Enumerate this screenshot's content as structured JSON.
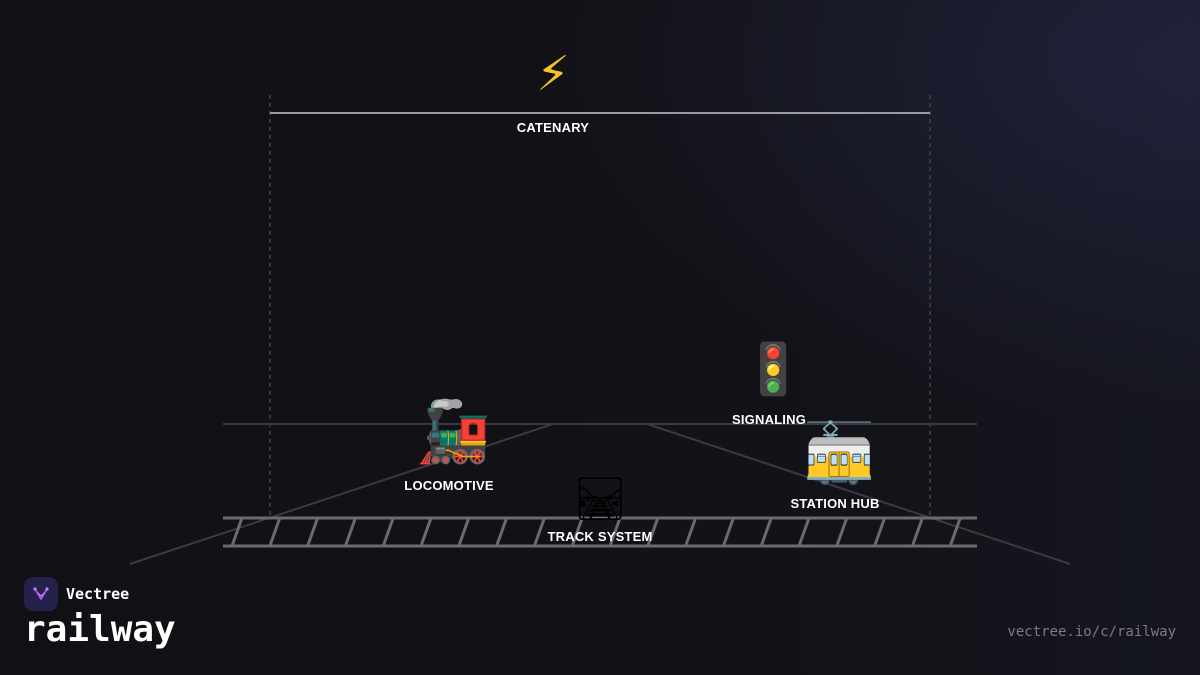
{
  "brand": {
    "name": "Vectree"
  },
  "title": "railway",
  "footer_url": "vectree.io/c/railway",
  "nodes": {
    "catenary": {
      "label": "CATENARY",
      "icon": "lightning-icon",
      "glyph": "⚡"
    },
    "signaling": {
      "label": "SIGNALING",
      "icon": "traffic-light-icon",
      "glyph": "🚦"
    },
    "locomotive": {
      "label": "LOCOMOTIVE",
      "icon": "steam-locomotive-icon",
      "glyph": "🚂"
    },
    "station_hub": {
      "label": "STATION HUB",
      "icon": "tram-icon",
      "glyph": "🚋"
    },
    "track_system": {
      "label": "TRACK SYSTEM",
      "icon": "railway-track-icon",
      "glyph": "🛤"
    }
  },
  "colors": {
    "background": "#121216",
    "line": "#3a3a40",
    "catenary_wire": "#9a9aa0",
    "rail": "#6a6a70",
    "logo_bg": "#24214a",
    "logo_accent": "#a855f7",
    "url_text": "#7b7b85"
  }
}
